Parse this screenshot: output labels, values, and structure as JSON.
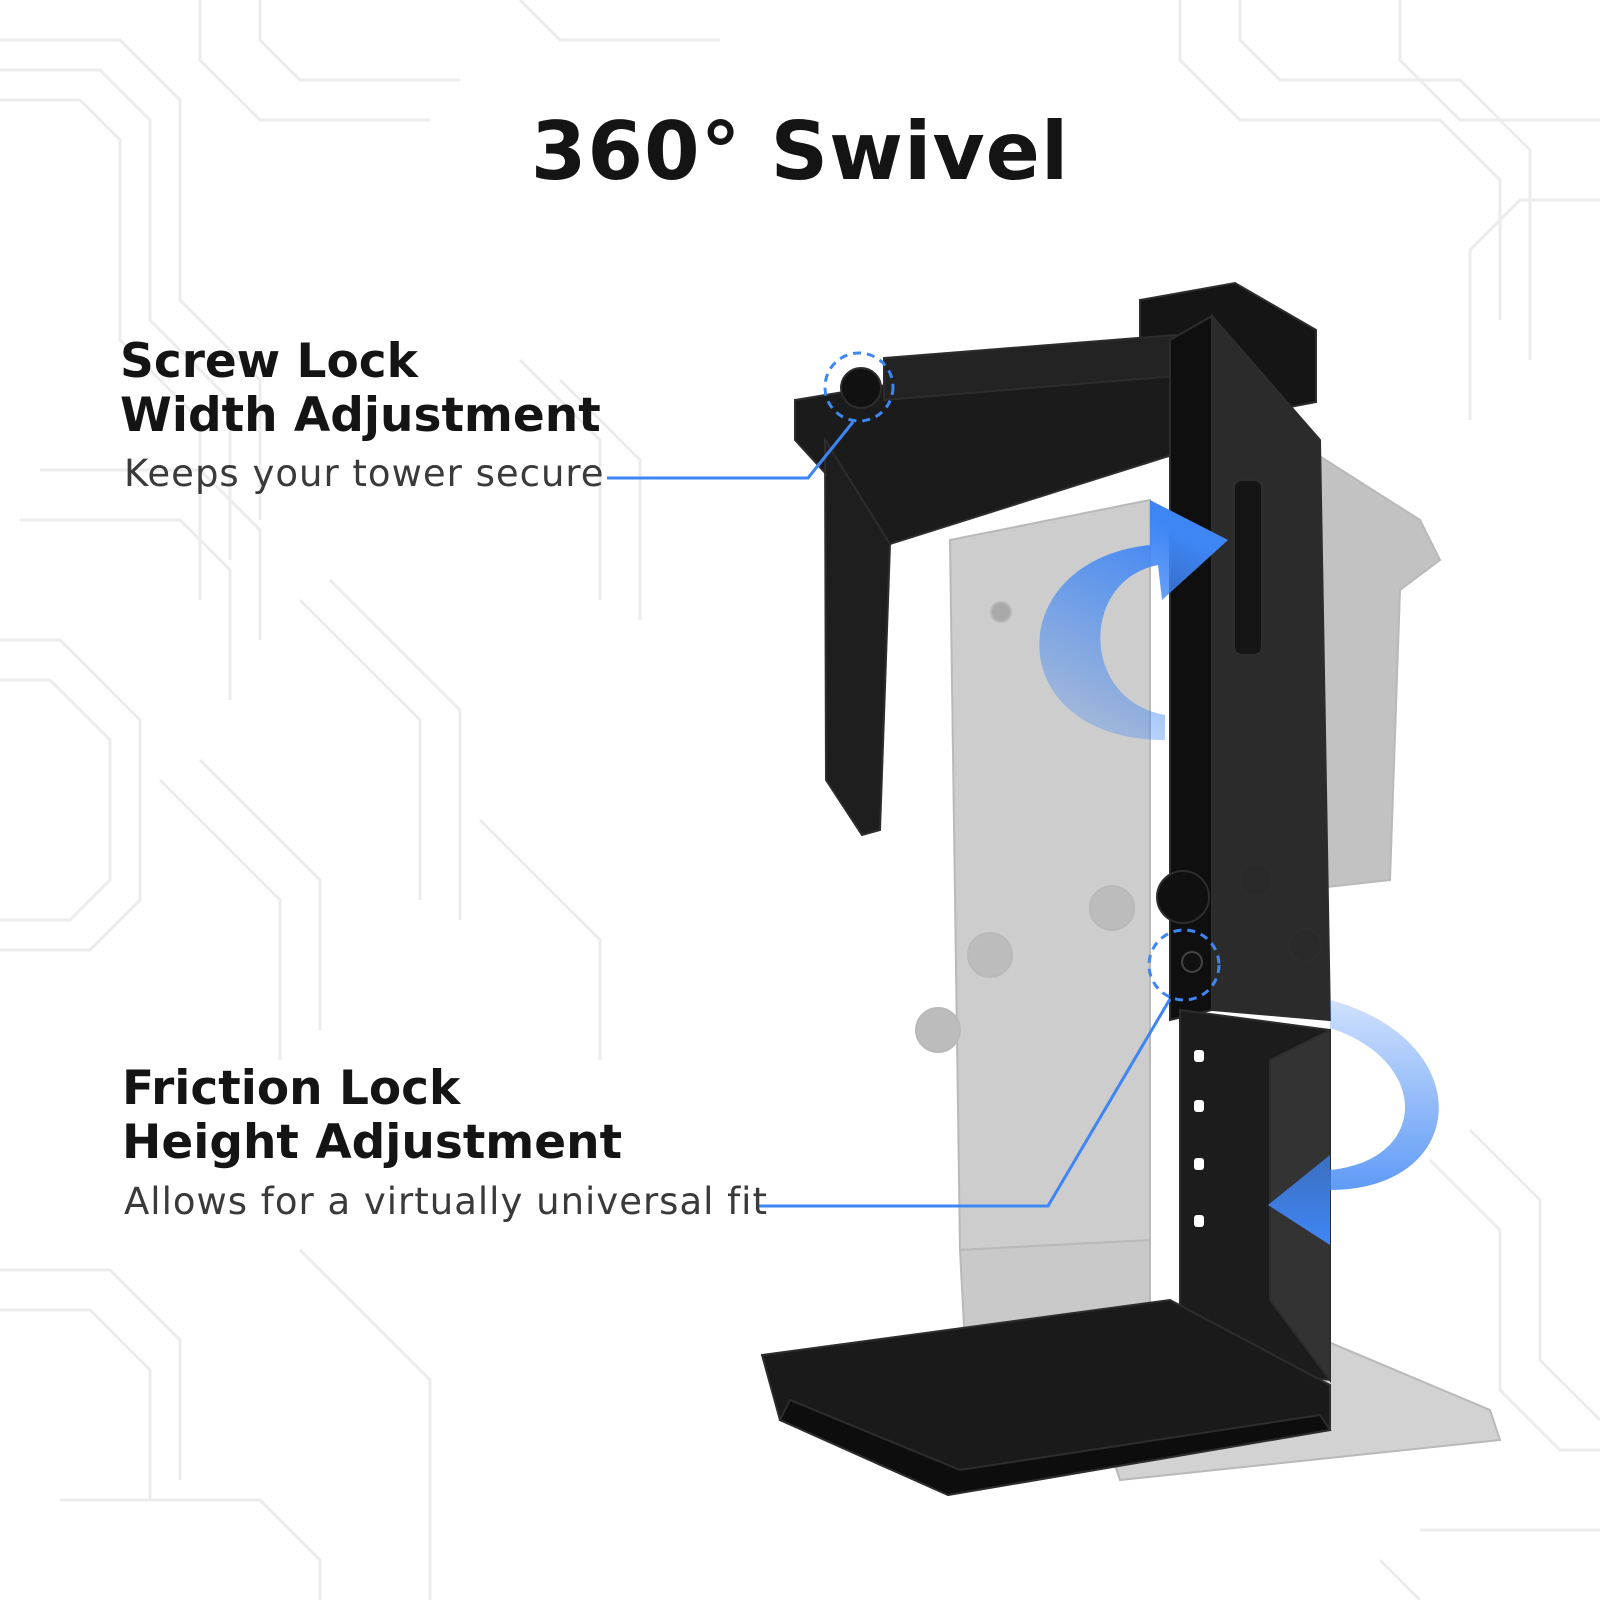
{
  "title": "360° Swivel",
  "features": [
    {
      "heading_line1": "Screw Lock",
      "heading_line2": "Width Adjustment",
      "caption": "Keeps your tower secure",
      "icon": "dashed-circle-callout"
    },
    {
      "heading_line1": "Friction Lock",
      "heading_line2": "Height Adjustment",
      "caption": "Allows for a virtually universal fit",
      "icon": "dashed-circle-callout"
    }
  ],
  "colors": {
    "accent": "#3f86f5",
    "product": "#141414",
    "text": "#141414",
    "caption": "#3a3a3a"
  },
  "icons": [
    "swivel-arrow-top-icon",
    "swivel-arrow-bottom-icon"
  ]
}
